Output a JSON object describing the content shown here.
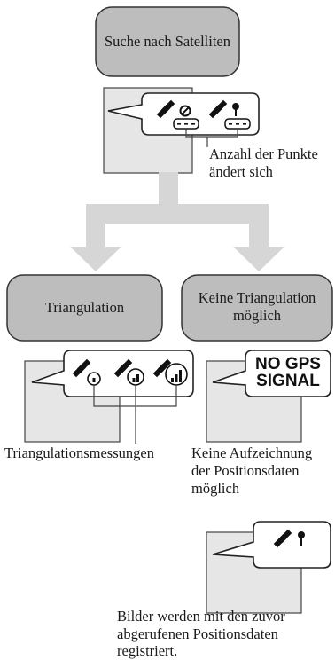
{
  "colors": {
    "box_fill": "#bdbdbd",
    "screen_fill": "#e6e6e6",
    "arrow_fill": "#d6d6d6",
    "line": "#333333"
  },
  "top": {
    "box_label": "Suche nach Satelliten",
    "callout_line1": "Anzahl der Punkte",
    "callout_line2": "ändert sich",
    "icons": [
      "satellite-no-signal-icon",
      "satellite-pin-icon"
    ]
  },
  "left": {
    "box_label": "Triangulation",
    "caption": "Triangulationsmessungen",
    "icons": [
      "satellite-1-bar-icon",
      "satellite-2-bars-icon",
      "satellite-3-bars-icon"
    ]
  },
  "right": {
    "box_label_line1": "Keine Triangulation",
    "box_label_line2": "möglich",
    "badge_line1": "NO GPS",
    "badge_line2": "SIGNAL",
    "caption_line1": "Keine Aufzeichnung",
    "caption_line2": "der Positionsdaten",
    "caption_line3": "möglich"
  },
  "bottom": {
    "icons": [
      "satellite-pin-icon"
    ],
    "caption_line1": "Bilder werden mit den zuvor",
    "caption_line2": "abgerufenen Positionsdaten",
    "caption_line3": "registriert."
  }
}
